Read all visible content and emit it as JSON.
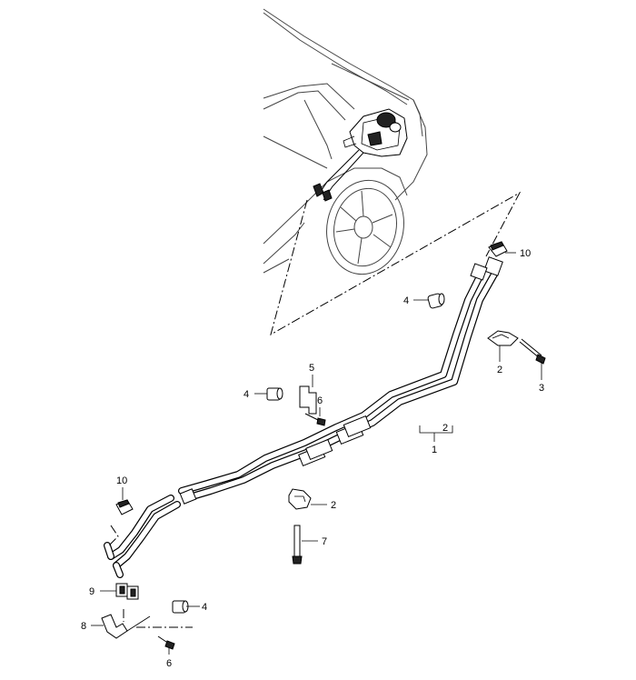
{
  "callouts": {
    "c1": "1",
    "c2_bracket": "2",
    "c2_upper": "2",
    "c2_lower": "2",
    "c3": "3",
    "c4_upper": "4",
    "c4_mid": "4",
    "c4_lower": "4",
    "c5": "5",
    "c6_mid": "6",
    "c6_lower": "6",
    "c7": "7",
    "c8": "8",
    "c9": "9",
    "c10_upper": "10",
    "c10_lower": "10"
  }
}
